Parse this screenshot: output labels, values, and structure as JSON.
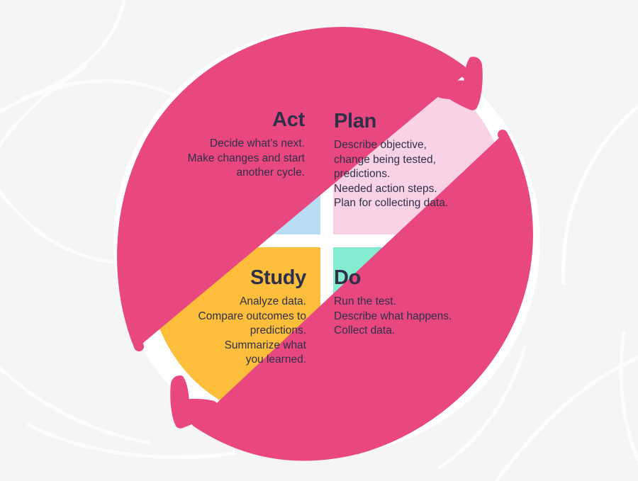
{
  "diagram": {
    "type": "pdsa-cycle",
    "background_color": "#f5f5f6",
    "disc_color": "#ffffff",
    "arrow_color": "#e8477f",
    "text_color": "#2e3049",
    "quadrants": [
      {
        "key": "act",
        "title": "Act",
        "color": "#b9ddf5",
        "align": "right",
        "lines": [
          "Decide what’s next.",
          "Make changes and start",
          "another cycle."
        ]
      },
      {
        "key": "plan",
        "title": "Plan",
        "color": "#fad2e6",
        "align": "left",
        "lines": [
          "Describe objective,",
          "change being tested,",
          "predictions.",
          "Needed action steps.",
          "Plan for collecting data."
        ]
      },
      {
        "key": "study",
        "title": "Study",
        "color": "#fdbe3c",
        "align": "right",
        "lines": [
          "Analyze data.",
          "Compare outcomes to",
          "predictions.",
          "Summarize what",
          "you learned."
        ]
      },
      {
        "key": "do",
        "title": "Do",
        "color": "#84ecd0",
        "align": "left",
        "lines": [
          "Run the test.",
          "Describe what happens.",
          "Collect data."
        ]
      }
    ]
  }
}
